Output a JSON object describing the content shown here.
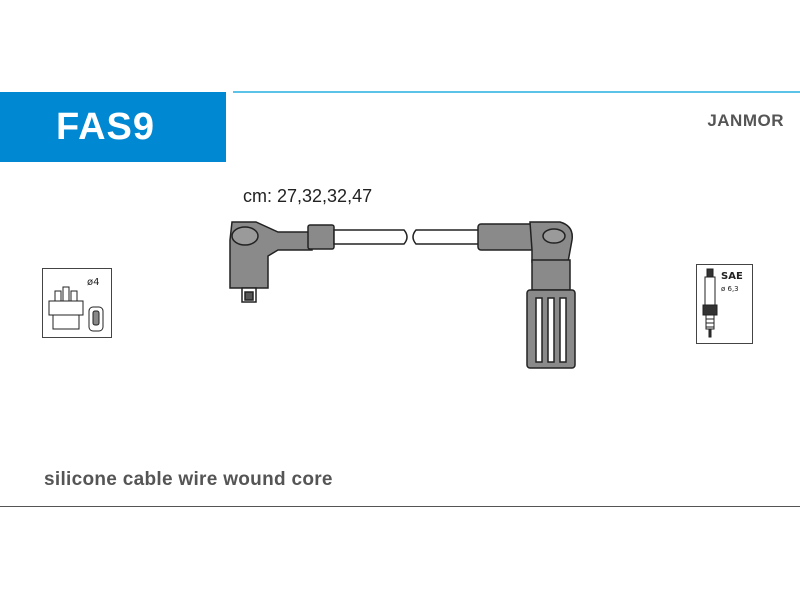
{
  "product": {
    "code": "FAS9",
    "brand": "JANMOR",
    "lengths_label": "cm: 27,32,32,47",
    "description": "silicone cable wire wound core"
  },
  "left_icon": {
    "icon": "distributor-cap-icon",
    "label": "ø4"
  },
  "right_icon": {
    "icon": "spark-plug-icon",
    "standard": "SAE",
    "diameter": "ø 6,3"
  },
  "colors": {
    "accent": "#0088d2",
    "line": "#5bc3e8",
    "text_gray": "#555555"
  }
}
